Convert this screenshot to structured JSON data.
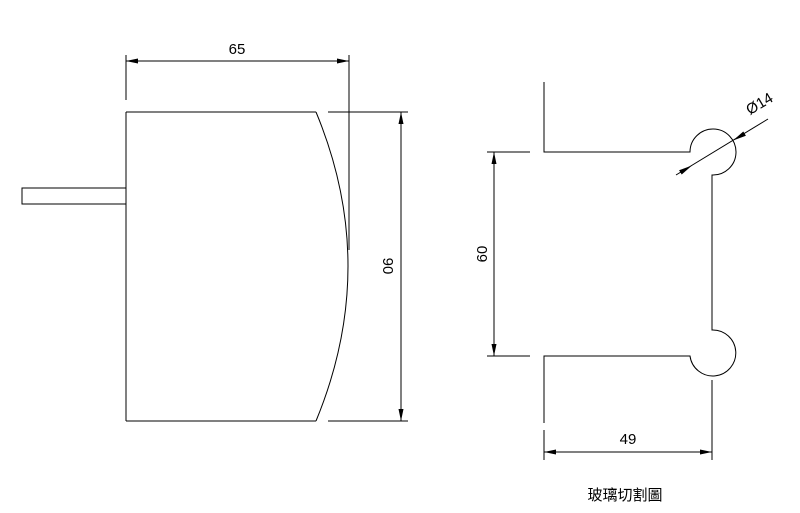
{
  "diagram": {
    "caption": "玻璃切割圖",
    "left_part": {
      "width_label": "65",
      "height_label": "90"
    },
    "right_part": {
      "height_label": "60",
      "width_label": "49",
      "hole_diameter_label": "Ø14"
    }
  }
}
